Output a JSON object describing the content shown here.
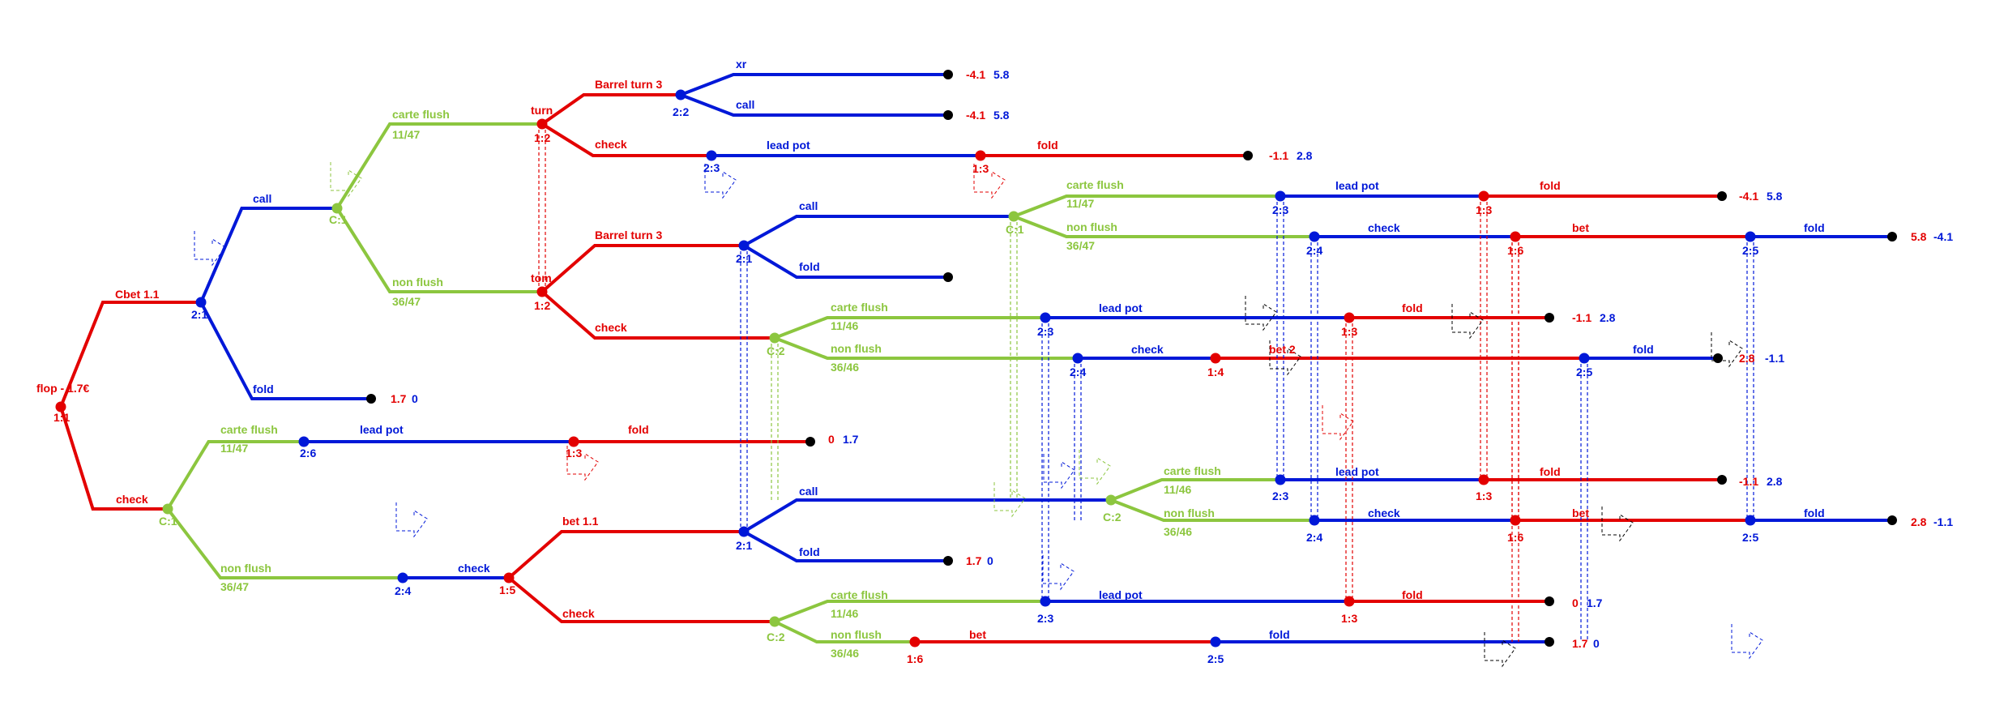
{
  "colors": {
    "p1": "#e30000",
    "p2": "#0018d8",
    "chance": "#8cc63f",
    "terminal": "#000000"
  },
  "nodes": {
    "root": {
      "label": "flop - 1.7€",
      "id": "1:1"
    },
    "n21a": "2:1",
    "nc11": "C:1",
    "nc11b": "C:1",
    "n26": "2:6",
    "n13a": "1:3",
    "n24a": "2:4",
    "n15": "1:5",
    "t12a": "1:2",
    "t12b": "1:2",
    "n22": "2:2",
    "n23a": "2:3",
    "n13b": "1:3",
    "nc11c": "C:1",
    "n21b": "2:1",
    "nc12a": "C:2",
    "n21c": "2:1",
    "nc12b": "C:2",
    "nc12c": "C:2",
    "n23b": "2:3",
    "n13c": "1:3",
    "n24b": "2:4",
    "n16a": "1:6",
    "n25a": "2:5",
    "n23c": "2:3",
    "n13d": "1:3",
    "n24c": "2:4",
    "n14": "1:4",
    "n25b": "2:5",
    "n23d": "2:3",
    "n13e": "1:3",
    "n24d": "2:4",
    "n16b": "1:6",
    "n25c": "2:5",
    "n23e": "2:3",
    "n13f": "1:3",
    "n16c": "1:6",
    "n25d": "2:5"
  },
  "edges": {
    "cbet": "Cbet 1.1",
    "check": "check",
    "call": "call",
    "fold": "fold",
    "carte_flush": "carte flush",
    "frac_11_47": "11/47",
    "non_flush": "non flush",
    "frac_36_47": "36/47",
    "lead_pot": "lead pot",
    "bet_1_1": "bet 1.1",
    "turn": "turn",
    "tom": "tom",
    "barrel_turn_3": "Barrel turn 3",
    "xr": "xr",
    "bet": "bet",
    "bet_2": "bet 2",
    "frac_11_46": "11/46",
    "frac_36_46": "36/46"
  },
  "payoffs": {
    "t1": {
      "p1": "1.7",
      "p2": "0"
    },
    "t2": {
      "p1": "0",
      "p2": "1.7"
    },
    "t4": {
      "p1": "1.7",
      "p2": "0"
    },
    "t5": {
      "p1": "-4.1",
      "p2": "5.8"
    },
    "t6": {
      "p1": "-4.1",
      "p2": "5.8"
    },
    "t7": {
      "p1": "-1.1",
      "p2": "2.8"
    },
    "t8": {
      "p1": "-4.1",
      "p2": "5.8"
    },
    "t9": {
      "p1": "5.8",
      "p2": "-4.1"
    },
    "t11": {
      "p1": "-1.1",
      "p2": "2.8"
    },
    "t12": {
      "p1": "2.8",
      "p2": "-1.1"
    },
    "t13": {
      "p1": "-1.1",
      "p2": "2.8"
    },
    "t14": {
      "p1": "2.8",
      "p2": "-1.1"
    },
    "t15": {
      "p1": "0",
      "p2": "1.7"
    },
    "t16": {
      "p1": "1.7",
      "p2": "0"
    }
  }
}
